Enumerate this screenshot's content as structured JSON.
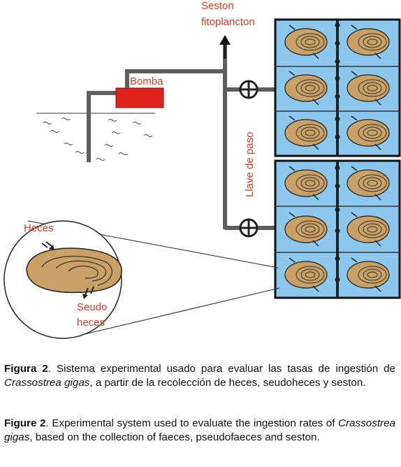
{
  "labels": {
    "seston_line1": "Seston",
    "seston_line2": "fitoplancton",
    "bomba": "Bomba",
    "llave": "Llave de paso",
    "heces": "Heces",
    "seudo_line1": "Seudo",
    "seudo_line2": "heces"
  },
  "caption_es": {
    "label": "Figura 2",
    "text_before": ". Sistema experimental usado para evaluar las tasas de ingestión de ",
    "species": "Crassostrea gigas",
    "text_after": ", a partir de la recolección de heces, seudoheces y seston."
  },
  "caption_en": {
    "label": "Figure 2",
    "text_before": ". Experimental system used to evaluate the ingestion rates of ",
    "species": "Crassostrea gigas",
    "text_after": ", based on the collection of faeces, pseudofaeces and seston."
  },
  "colors": {
    "red_text": "#d63b2a",
    "pump": "#e0231b",
    "water": "#8cc8ee",
    "oyster": "#c9a066",
    "pipe": "#5e5e5e"
  }
}
